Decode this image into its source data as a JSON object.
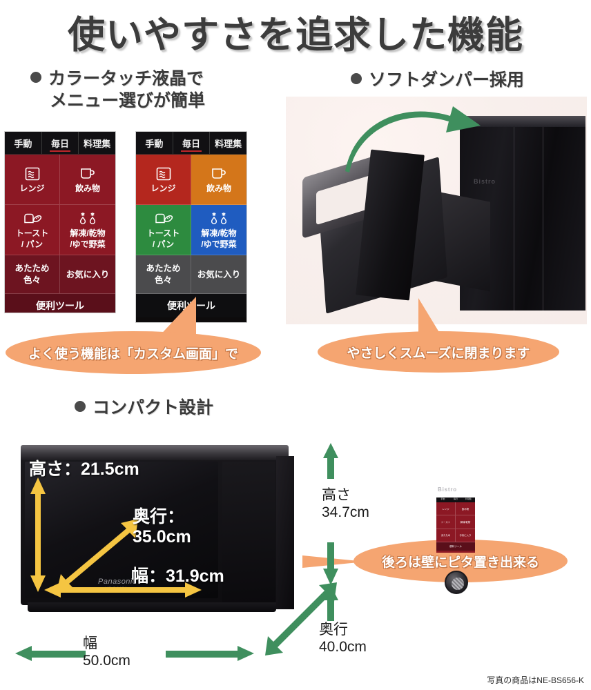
{
  "headline": "使いやすさを追求した機能",
  "sections": {
    "lcd": {
      "heading_line1": "カラータッチ液晶で",
      "heading_line2": "メニュー選びが簡単"
    },
    "damper": {
      "heading": "ソフトダンパー採用"
    },
    "compact": {
      "heading": "コンパクト設計"
    }
  },
  "lcd_panels": {
    "tabs": [
      "手動",
      "毎日",
      "料理集"
    ],
    "selected_tab": "毎日",
    "tiles": [
      {
        "label": "レンジ",
        "icon": "microwave-wave-icon",
        "color_mono": "#8c1824",
        "color": "#b4271e"
      },
      {
        "label": "飲み物",
        "icon": "cup-icon",
        "color_mono": "#8c1824",
        "color": "#d4761a"
      },
      {
        "label": "トースト\n/ パン",
        "icon": "toast-bread-icon",
        "color_mono": "#8c1824",
        "color": "#2d8b3f"
      },
      {
        "label": "解凍/乾物\n/ゆで野菜",
        "icon": "snowflake-drop-icon",
        "color_mono": "#8c1824",
        "color": "#1f5cc0"
      },
      {
        "label": "あたため\n色々",
        "icon": "none",
        "color_mono": "#6d1420",
        "color": "#4b4b4d"
      },
      {
        "label": "お気に入り",
        "icon": "none",
        "color_mono": "#6d1420",
        "color": "#4b4b4d"
      }
    ],
    "tool_bar": "便利ツール"
  },
  "tile_labels": {
    "renji": "レンジ",
    "nomimono": "飲み物",
    "toast_l1": "トースト",
    "toast_l2": "/ パン",
    "kaito_l1": "解凍/乾物",
    "kaito_l2": "/ゆで野菜",
    "atatame_l1": "あたため",
    "atatame_l2": "色々",
    "okiniiri": "お気に入り",
    "benri": "便利ツール"
  },
  "callouts": {
    "custom": "よく使う機能は「カスタム画面」で",
    "smooth": "やさしくスムーズに閉まります",
    "wall": "後ろは壁にピタ置き出来る"
  },
  "dimensions": {
    "inner": {
      "height_label": "高さ：21.5cm",
      "depth_label_l1": "奥行：",
      "depth_label_l2": "35.0cm",
      "width_label": "幅：31.9cm"
    },
    "outer": {
      "height_l1": "高さ",
      "height_l2": "34.7cm",
      "depth_l1": "奥行",
      "depth_l2": "40.0cm",
      "width_l1": "幅",
      "width_l2": "50.0cm"
    }
  },
  "product": {
    "brand": "Panasonic",
    "series": "Bistro",
    "model_small": "NE-BS656",
    "panel_tabs": [
      "手動",
      "毎日",
      "料理集"
    ]
  },
  "footnote": "写真の商品はNE-BS656-K",
  "colors": {
    "headline": "#3c3c3c",
    "callout": "#f5a571",
    "green_arrow": "#3f8f5e",
    "yellow_arrow": "#f5c542",
    "lcd_red": "#8c1824",
    "tile_red": "#b4271e",
    "tile_orange": "#d4761a",
    "tile_green": "#2d8b3f",
    "tile_blue": "#1f5cc0",
    "tile_gray": "#4b4b4d"
  }
}
